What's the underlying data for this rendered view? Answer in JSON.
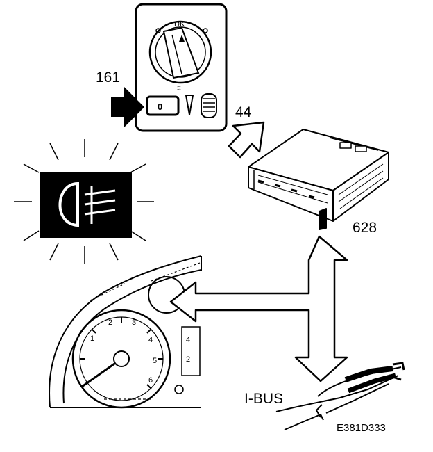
{
  "labels": {
    "switch_ref": "161",
    "arrow_ref": "44",
    "module_ref": "628",
    "bus": "I-BUS",
    "figure_code": "E381D333"
  },
  "colors": {
    "ink": "#000000",
    "paper": "#ffffff"
  },
  "icons": [
    "light-switch-panel",
    "rear-fog-lamp-warning-icon",
    "control-module",
    "instrument-cluster",
    "bus-cable"
  ]
}
